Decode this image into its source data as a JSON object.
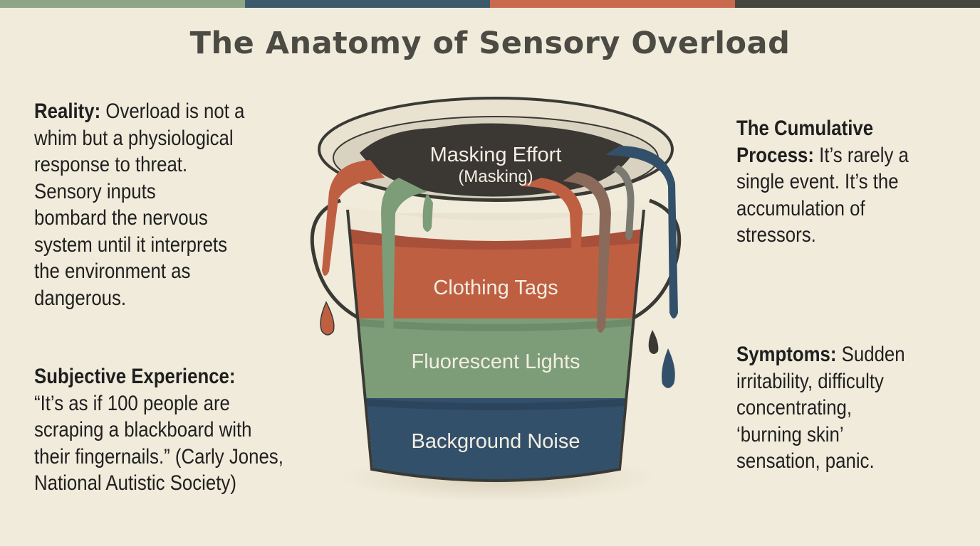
{
  "colors": {
    "bar": [
      "#8ea685",
      "#3d5a6c",
      "#c96a4f",
      "#464641"
    ],
    "background": "#f1ebdc",
    "title": "#4b4b44",
    "orange_layer": "#bf5f42",
    "green_layer": "#7d9c78",
    "blue_layer": "#33506a",
    "dark_layer": "#3b3733"
  },
  "title": "The Anatomy of Sensory Overload",
  "reality": {
    "heading": "Reality:",
    "lines": [
      " Overload is not a",
      "whim but a physiological",
      "response to threat.",
      "Sensory inputs",
      "bombard the nervous",
      "system until it interprets",
      "the environment as",
      "dangerous."
    ]
  },
  "subjective": {
    "heading": "Subjective Experience:",
    "lines": [
      "“It’s as if 100 people are",
      "scraping a blackboard with",
      "their fingernails.” (Carly Jones,",
      "National Autistic Society)"
    ]
  },
  "cumulative": {
    "heading_lines": [
      "The Cumulative",
      "Process:"
    ],
    "lines": [
      " It’s rarely a",
      "single event. It’s the",
      "accumulation of",
      "stressors."
    ]
  },
  "symptoms": {
    "heading": "Symptoms:",
    "lines": [
      " Sudden",
      "irritability, difficulty",
      "concentrating,",
      "‘burning skin’",
      "sensation, panic."
    ]
  },
  "bucket": {
    "layer_top": "Masking Effort",
    "layer_top_sub": "(Masking)",
    "layer_orange": "Clothing Tags",
    "layer_green": "Fluorescent Lights",
    "layer_blue": "Background Noise"
  }
}
